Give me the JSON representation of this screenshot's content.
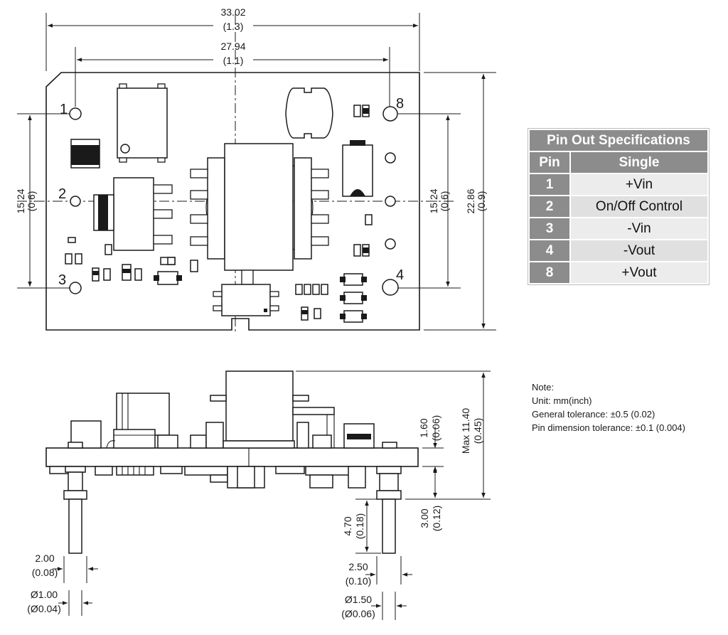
{
  "top_view": {
    "overall_width_mm": "33.02",
    "overall_width_in": "(1.3)",
    "pin_span_mm": "27.94",
    "pin_span_in": "(1.1)",
    "left_pin_pitch_mm": "15.24",
    "left_pin_pitch_in": "(0.6)",
    "right_pin_pitch_mm": "15.24",
    "right_pin_pitch_in": "(0.6)",
    "overall_height_mm": "22.86",
    "overall_height_in": "(0.9)",
    "pin_labels": [
      "1",
      "2",
      "3",
      "8",
      "4"
    ]
  },
  "side_view": {
    "board_thickness_mm": "1.60",
    "board_thickness_in": "(0.06)",
    "max_height_mm": "Max 11.40",
    "max_height_in": "(0.45)",
    "standoff_mm": "3.00",
    "standoff_in": "(0.12)",
    "pin_length_mm": "4.70",
    "pin_length_in": "(0.18)",
    "left_pin_shoulder_mm": "2.00",
    "left_pin_shoulder_in": "(0.08)",
    "left_pin_dia_mm": "Ø1.00",
    "left_pin_dia_in": "(Ø0.04)",
    "right_pin_shoulder_mm": "2.50",
    "right_pin_shoulder_in": "(0.10)",
    "right_pin_dia_mm": "Ø1.50",
    "right_pin_dia_in": "(Ø0.06)"
  },
  "pin_table": {
    "title": "Pin Out Specifications",
    "col_pin": "Pin",
    "col_single": "Single",
    "rows": [
      {
        "pin": "1",
        "value": "+Vin"
      },
      {
        "pin": "2",
        "value": "On/Off Control"
      },
      {
        "pin": "3",
        "value": "-Vin"
      },
      {
        "pin": "4",
        "value": "-Vout"
      },
      {
        "pin": "8",
        "value": "+Vout"
      }
    ]
  },
  "notes": {
    "heading": "Note:",
    "unit": "Unit: mm(inch)",
    "general_tolerance": "General tolerance: ±0.5 (0.02)",
    "pin_tolerance": "Pin dimension tolerance: ±0.1 (0.004)"
  },
  "colors": {
    "table_header": "#8c8c8c",
    "table_cell": "#ececec",
    "line": "#1a1a1a"
  }
}
